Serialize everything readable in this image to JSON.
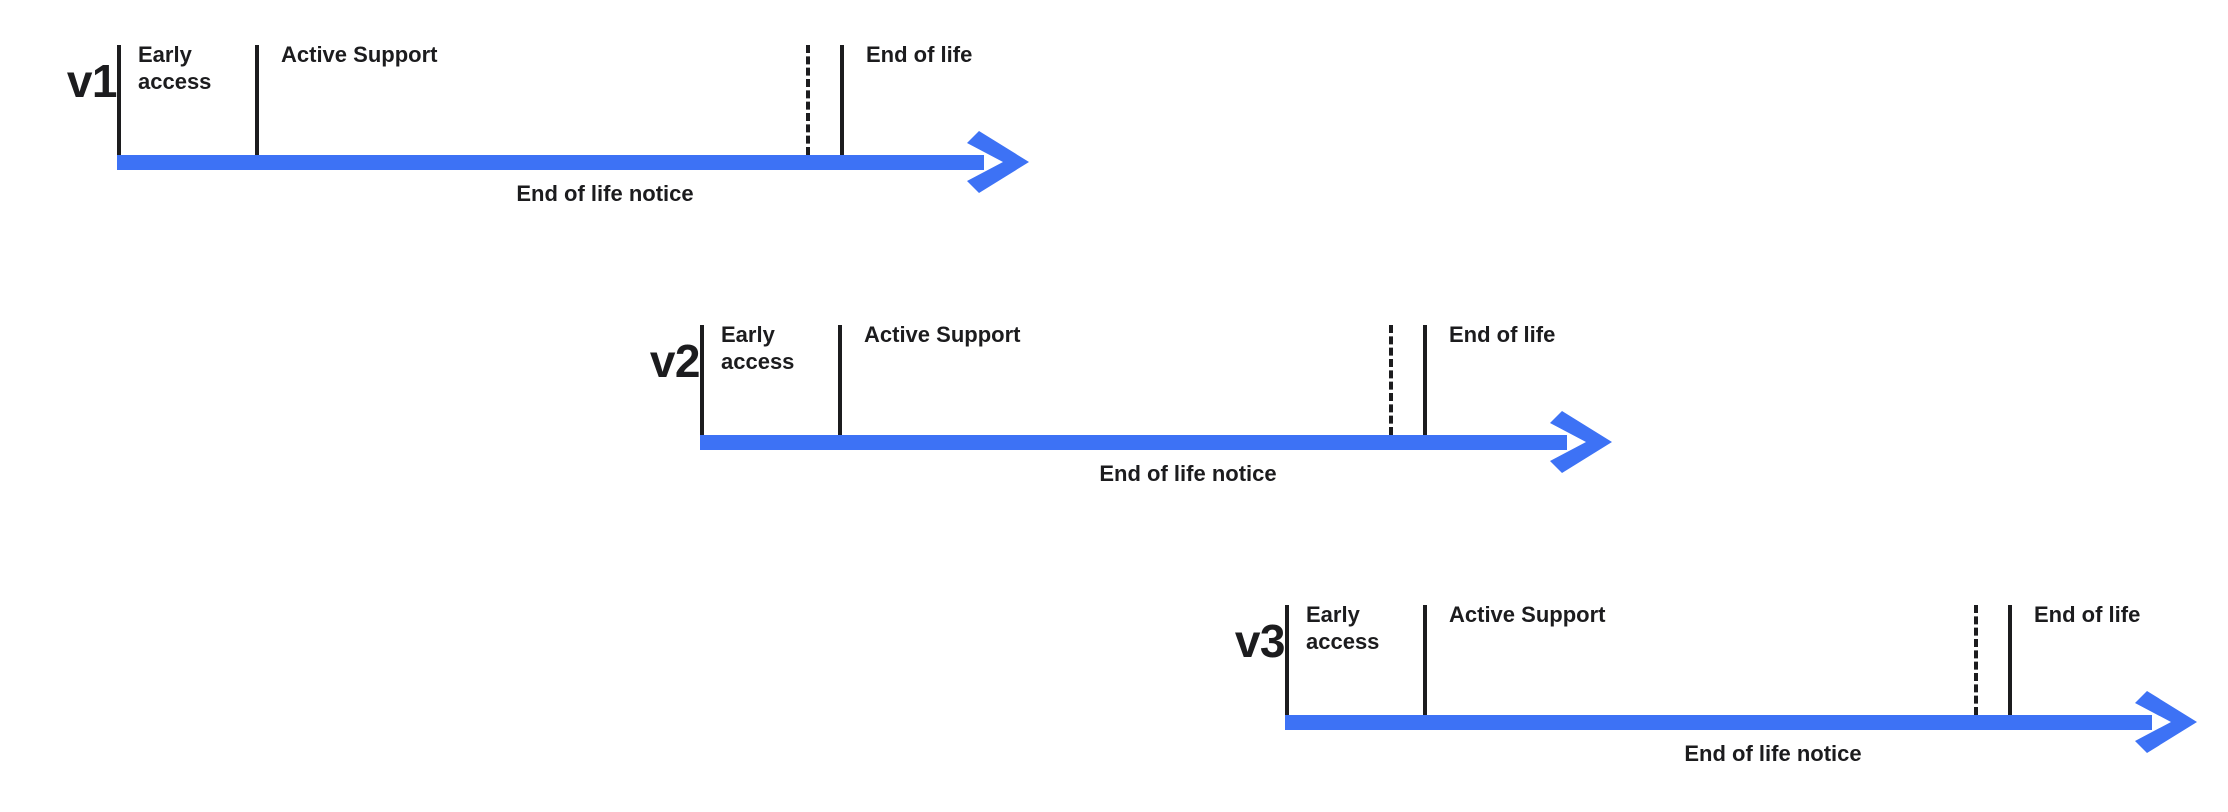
{
  "theme": {
    "background": "#ffffff",
    "accent": "#3D72F5",
    "ink": "#1c1c1e"
  },
  "diagram": {
    "type": "release-lifecycle-timeline",
    "rows": [
      {
        "version": "v1",
        "phases": [
          {
            "label": "Early\naccess",
            "name": "early-access"
          },
          {
            "label": "Active Support",
            "name": "active-support"
          },
          {
            "label": "End of life",
            "name": "end-of-life"
          }
        ],
        "notice": "End of life notice"
      },
      {
        "version": "v2",
        "phases": [
          {
            "label": "Early\naccess",
            "name": "early-access"
          },
          {
            "label": "Active Support",
            "name": "active-support"
          },
          {
            "label": "End of life",
            "name": "end-of-life"
          }
        ],
        "notice": "End of life notice"
      },
      {
        "version": "v3",
        "phases": [
          {
            "label": "Early\naccess",
            "name": "early-access"
          },
          {
            "label": "Active Support",
            "name": "active-support"
          },
          {
            "label": "End of life",
            "name": "end-of-life"
          }
        ],
        "notice": "End of life notice"
      }
    ]
  },
  "rows_flat": {
    "r0_version": "v1",
    "r0_early": "Early access",
    "r0_active": "Active Support",
    "r0_eol": "End of life",
    "r0_notice": "End of life notice",
    "r1_version": "v2",
    "r1_early": "Early access",
    "r1_active": "Active Support",
    "r1_eol": "End of life",
    "r1_notice": "End of life notice",
    "r2_version": "v3",
    "r2_early": "Early access",
    "r2_active": "Active Support",
    "r2_eol": "End of life",
    "r2_notice": "End of life notice"
  }
}
